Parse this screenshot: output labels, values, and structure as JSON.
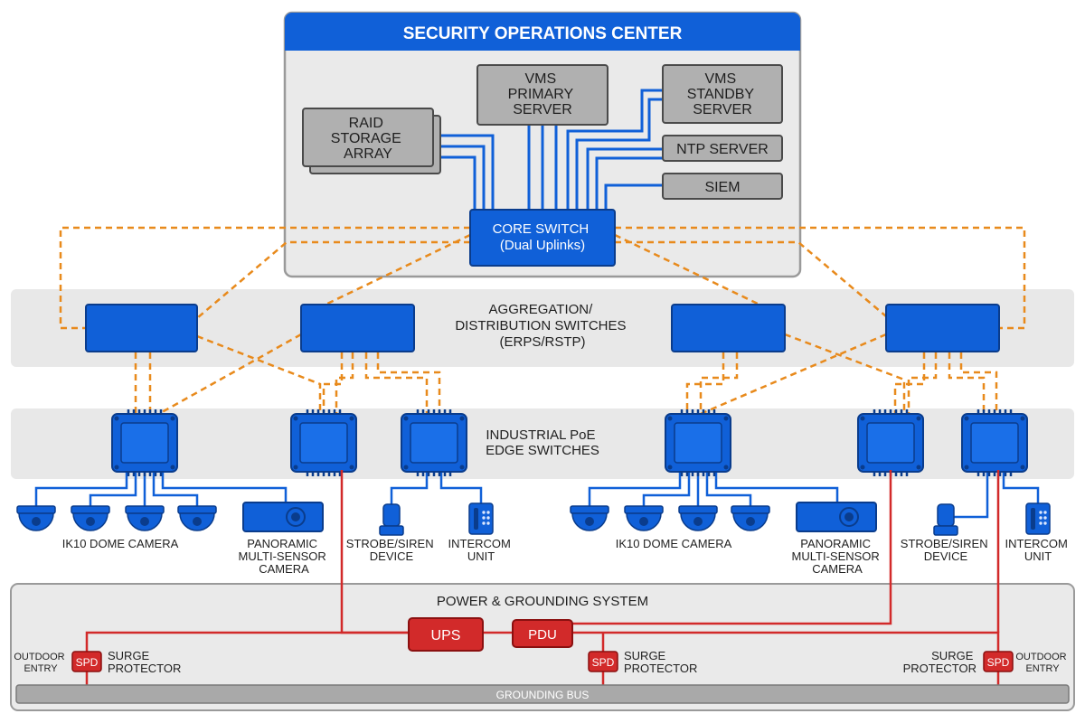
{
  "soc": {
    "title": "SECURITY OPERATIONS CENTER",
    "raid": [
      "RAID",
      "STORAGE",
      "ARRAY"
    ],
    "vms_primary": [
      "VMS",
      "PRIMARY",
      "SERVER"
    ],
    "vms_standby": [
      "VMS",
      "STANDBY",
      "SERVER"
    ],
    "ntp": "NTP SERVER",
    "siem": "SIEM",
    "core_switch": [
      "CORE SWITCH",
      "(Dual Uplinks)"
    ]
  },
  "aggregation": {
    "label": [
      "AGGREGATION/",
      "DISTRIBUTION SWITCHES",
      "(ERPS/RSTP)"
    ]
  },
  "edge": {
    "label": [
      "INDUSTRIAL PoE",
      "EDGE SWITCHES"
    ]
  },
  "devices": {
    "dome_label": "IK10 DOME CAMERA",
    "panoramic_label": [
      "PANORAMIC",
      "MULTI-SENSOR",
      "CAMERA"
    ],
    "strobe_label": [
      "STROBE/SIREN",
      "DEVICE"
    ],
    "intercom_label": [
      "INTERCOM",
      "UNIT"
    ]
  },
  "power": {
    "title": "POWER & GROUNDING SYSTEM",
    "ups": "UPS",
    "pdu": "PDU",
    "spd": "SPD",
    "surge_label": [
      "SURGE",
      "PROTECTOR"
    ],
    "outdoor_label": [
      "OUTDOOR",
      "ENTRY"
    ],
    "grounding_bus": "GROUNDING BUS"
  },
  "colors": {
    "blue": "#1060d8",
    "dark_blue": "#0a3c8c",
    "orange": "#e88a1c",
    "red": "#d22a2a",
    "server_gray": "#b0b0b0",
    "band_gray": "#e8e8e8"
  },
  "icons": {
    "dome": "dome-camera-icon",
    "panoramic": "panoramic-camera-icon",
    "strobe": "strobe-siren-icon",
    "intercom": "intercom-icon",
    "edge_switch": "industrial-switch-icon"
  }
}
